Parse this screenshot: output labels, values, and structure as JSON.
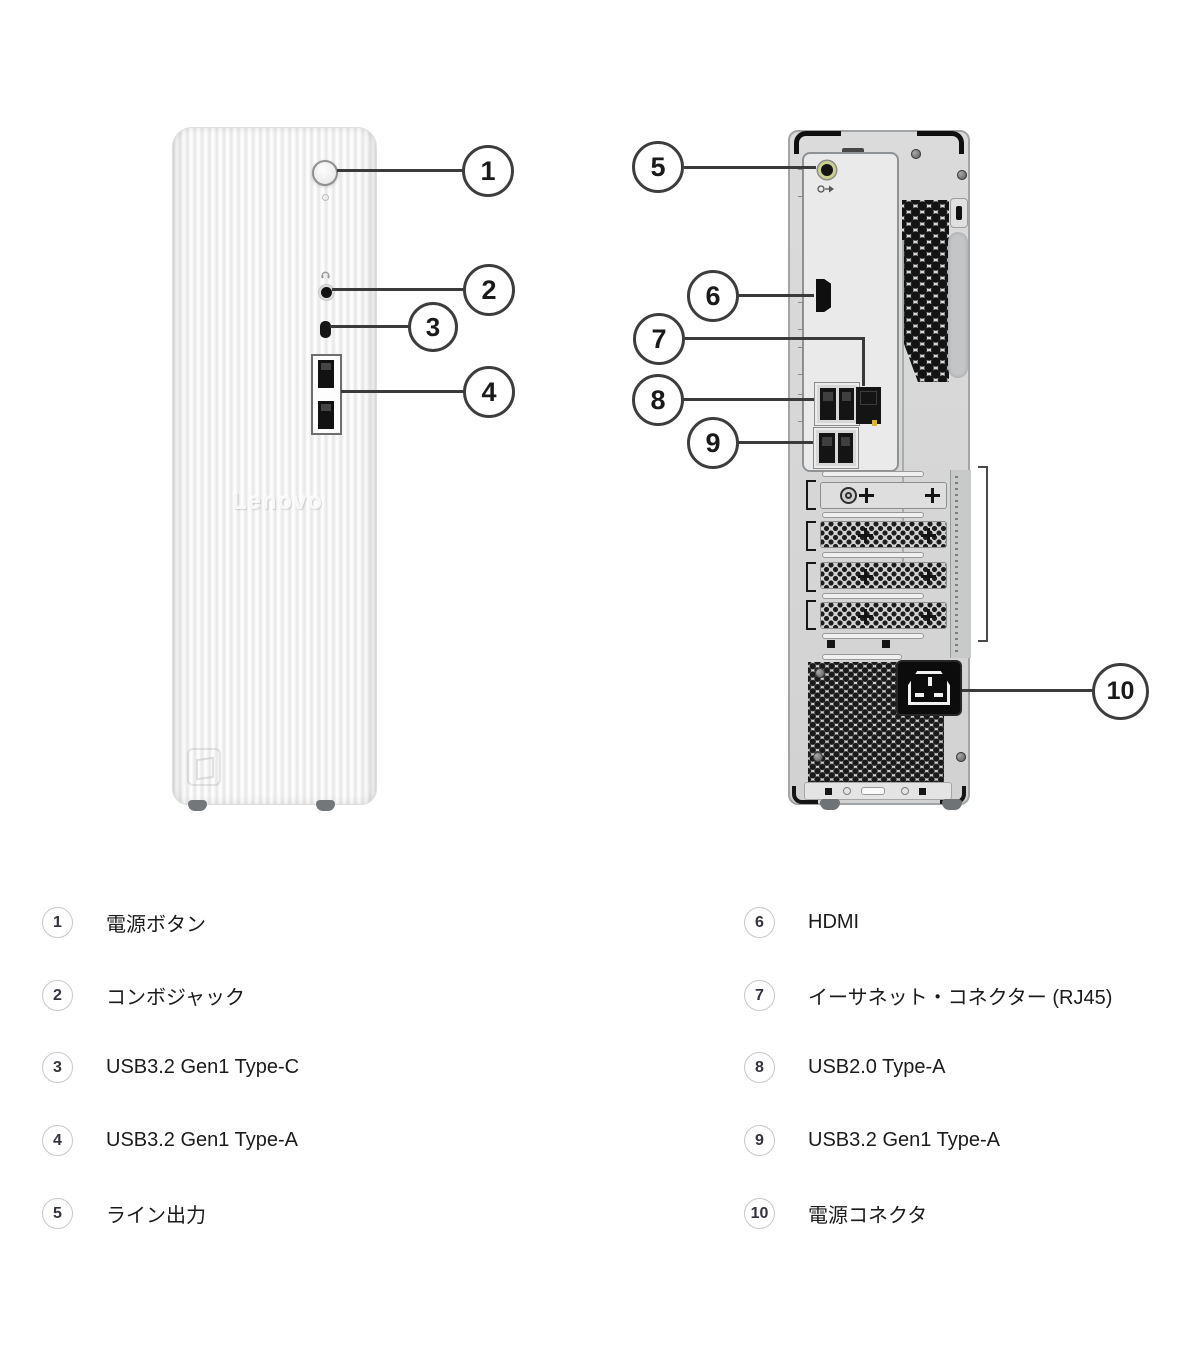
{
  "branding": {
    "logo_text": "Lenovo"
  },
  "items": [
    {
      "number": "1",
      "label": "電源ボタン"
    },
    {
      "number": "2",
      "label": "コンボジャック"
    },
    {
      "number": "3",
      "label": "USB3.2 Gen1 Type-C"
    },
    {
      "number": "4",
      "label": "USB3.2 Gen1 Type-A"
    },
    {
      "number": "5",
      "label": "ライン出力"
    },
    {
      "number": "6",
      "label": "HDMI"
    },
    {
      "number": "7",
      "label": "イーサネット・コネクター (RJ45)"
    },
    {
      "number": "8",
      "label": "USB2.0 Type-A"
    },
    {
      "number": "9",
      "label": "USB3.2 Gen1 Type-A"
    },
    {
      "number": "10",
      "label": "電源コネクタ"
    }
  ],
  "colors": {
    "background": "#ffffff",
    "callout_line": "#3a3a3a",
    "callout_border": "#3d3d3d",
    "legend_circle_border": "#c8c8c8",
    "legend_text": "#1b1b1b",
    "front_body": "#f3f3f3",
    "back_body": "#d7d7d7",
    "port_black": "#141414",
    "audio_jack_ring": "#ccd08d",
    "ethernet_led": "#d8b43a"
  }
}
